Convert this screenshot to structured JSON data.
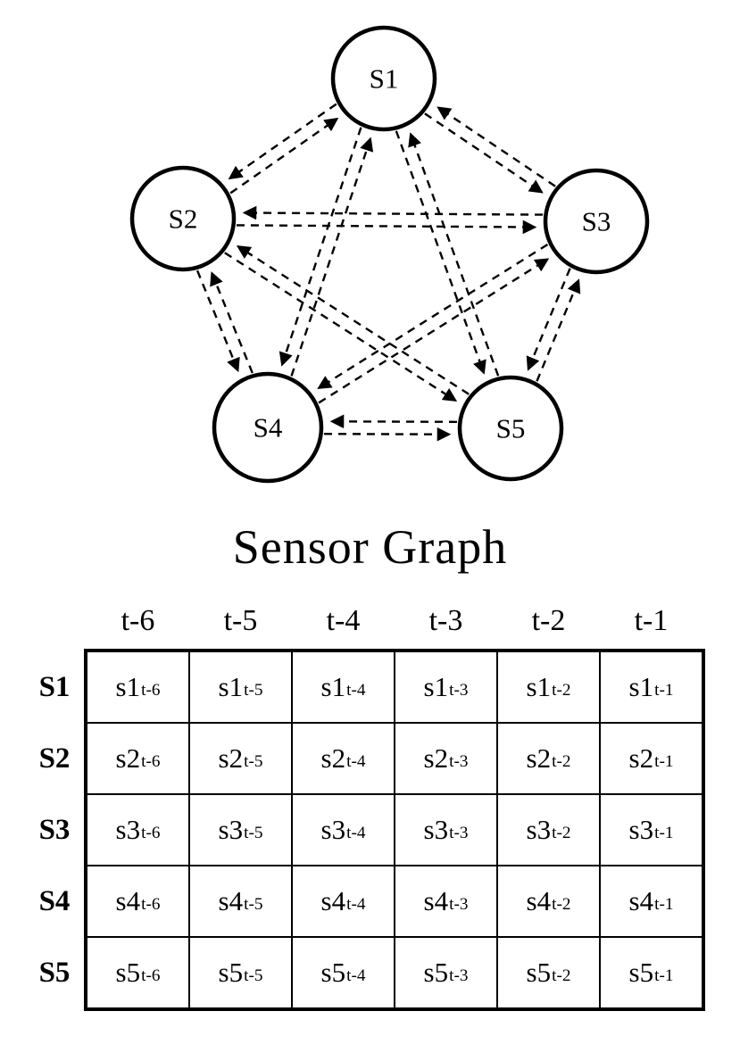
{
  "title": "Sensor Graph",
  "graph": {
    "nodes": [
      {
        "id": "S1",
        "label": "S1"
      },
      {
        "id": "S2",
        "label": "S2"
      },
      {
        "id": "S3",
        "label": "S3"
      },
      {
        "id": "S4",
        "label": "S4"
      },
      {
        "id": "S5",
        "label": "S5"
      }
    ],
    "edges": [
      [
        "S1",
        "S2"
      ],
      [
        "S1",
        "S3"
      ],
      [
        "S1",
        "S4"
      ],
      [
        "S1",
        "S5"
      ],
      [
        "S2",
        "S3"
      ],
      [
        "S2",
        "S4"
      ],
      [
        "S2",
        "S5"
      ],
      [
        "S3",
        "S4"
      ],
      [
        "S3",
        "S5"
      ],
      [
        "S4",
        "S5"
      ]
    ],
    "edge_style": "dashed, bidirectional arrows",
    "stroke_color": "#000000",
    "node_fill": "#ffffff"
  },
  "table": {
    "column_headers": [
      "t-6",
      "t-5",
      "t-4",
      "t-3",
      "t-2",
      "t-1"
    ],
    "rows": [
      {
        "label": "S1",
        "cells": [
          {
            "base": "s1",
            "sub": "t-6"
          },
          {
            "base": "s1",
            "sub": "t-5"
          },
          {
            "base": "s1",
            "sub": "t-4"
          },
          {
            "base": "s1",
            "sub": "t-3"
          },
          {
            "base": "s1",
            "sub": "t-2"
          },
          {
            "base": "s1",
            "sub": "t-1"
          }
        ]
      },
      {
        "label": "S2",
        "cells": [
          {
            "base": "s2",
            "sub": "t-6"
          },
          {
            "base": "s2",
            "sub": "t-5"
          },
          {
            "base": "s2",
            "sub": "t-4"
          },
          {
            "base": "s2",
            "sub": "t-3"
          },
          {
            "base": "s2",
            "sub": "t-2"
          },
          {
            "base": "s2",
            "sub": "t-1"
          }
        ]
      },
      {
        "label": "S3",
        "cells": [
          {
            "base": "s3",
            "sub": "t-6"
          },
          {
            "base": "s3",
            "sub": "t-5"
          },
          {
            "base": "s3",
            "sub": "t-4"
          },
          {
            "base": "s3",
            "sub": "t-3"
          },
          {
            "base": "s3",
            "sub": "t-2"
          },
          {
            "base": "s3",
            "sub": "t-1"
          }
        ]
      },
      {
        "label": "S4",
        "cells": [
          {
            "base": "s4",
            "sub": "t-6"
          },
          {
            "base": "s4",
            "sub": "t-5"
          },
          {
            "base": "s4",
            "sub": "t-4"
          },
          {
            "base": "s4",
            "sub": "t-3"
          },
          {
            "base": "s4",
            "sub": "t-2"
          },
          {
            "base": "s4",
            "sub": "t-1"
          }
        ]
      },
      {
        "label": "S5",
        "cells": [
          {
            "base": "s5",
            "sub": "t-6"
          },
          {
            "base": "s5",
            "sub": "t-5"
          },
          {
            "base": "s5",
            "sub": "t-4"
          },
          {
            "base": "s5",
            "sub": "t-3"
          },
          {
            "base": "s5",
            "sub": "t-2"
          },
          {
            "base": "s5",
            "sub": "t-1"
          }
        ]
      }
    ]
  }
}
